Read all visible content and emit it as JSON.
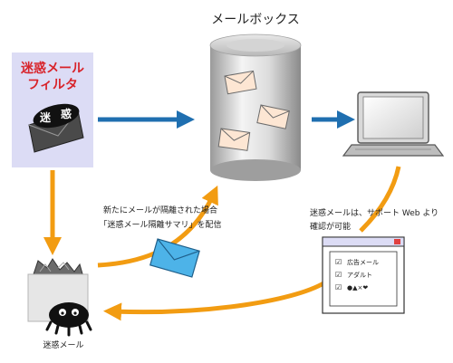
{
  "mailbox": {
    "title": "メールボックス"
  },
  "filter": {
    "title_line1": "迷惑メール",
    "title_line2": "フィルタ",
    "stamp_chars": [
      "迷",
      "惑"
    ]
  },
  "notice": {
    "line1": "新たにメールが隔離された場合",
    "line2": "「迷惑メール隔離サマリ」を配信"
  },
  "support_note": {
    "line1": "迷惑メールは、サポート Web より",
    "line2": "確認が可能"
  },
  "spam_bin": {
    "label": "迷惑メール"
  },
  "summary_window": {
    "items": [
      {
        "check": "☑",
        "text": "広告メール"
      },
      {
        "check": "☑",
        "text": "アダルト"
      },
      {
        "check": "☑",
        "text": "●▲×❤"
      }
    ]
  },
  "colors": {
    "blue_arrow": "#1f6fb0",
    "orange_arrow": "#f29c12",
    "filter_panel": "#dcdcf5",
    "filter_title": "#d8232a",
    "cylinder": "#bdbdbd",
    "envelope_blue": "#4db3e8",
    "envelope_peach": "#fde6d3"
  },
  "icons": [
    "envelope-icon",
    "monitor-icon",
    "crumpled-paper-icon",
    "spam-monster-icon",
    "cylinder-icon"
  ]
}
